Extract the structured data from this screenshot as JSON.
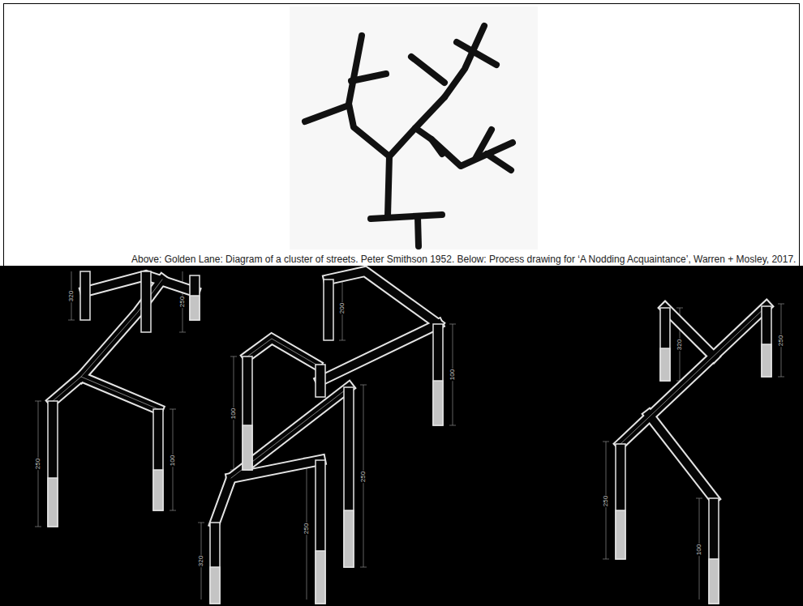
{
  "diagram": {
    "caption": "Above: Golden Lane: Diagram of a cluster of streets. Peter Smithson 1952. Below: Process drawing for ‘A Nodding Acquaintance’, Warren + Mosley, 2017.",
    "labels": [
      "250",
      "100",
      "320",
      "250",
      "100",
      "250",
      "320",
      "250",
      "100",
      "200",
      "250",
      "320",
      "250",
      "100"
    ]
  }
}
